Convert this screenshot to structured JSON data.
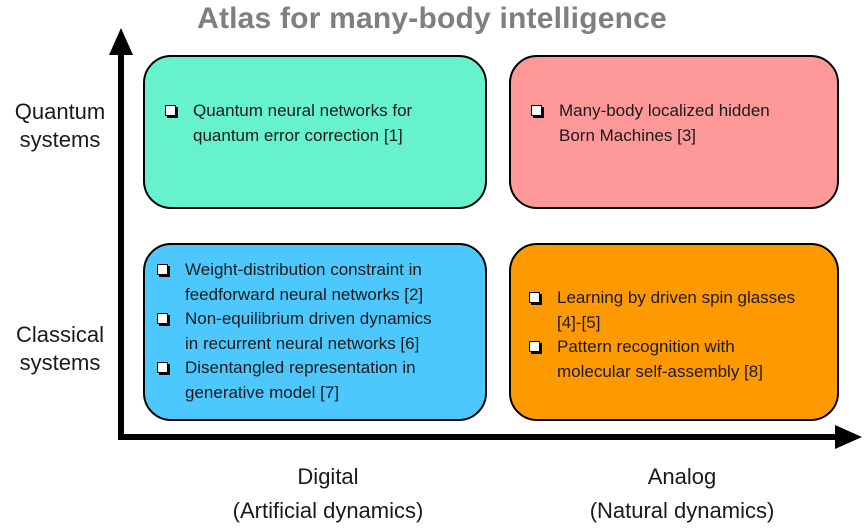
{
  "title": "Atlas for many-body intelligence",
  "y_labels": {
    "top": [
      "Quantum",
      "systems"
    ],
    "bottom": [
      "Classical",
      "systems"
    ]
  },
  "x_labels": {
    "left": [
      "Digital",
      "(Artificial dynamics)"
    ],
    "right": [
      "Analog",
      "(Natural dynamics)"
    ]
  },
  "quadrants": {
    "quantum_digital": {
      "color": "#66f2cc",
      "items": [
        [
          "Quantum neural networks for",
          "quantum error correction [1]"
        ]
      ]
    },
    "quantum_analog": {
      "color": "#ff9999",
      "items": [
        [
          "Many-body localized hidden",
          "Born Machines [3]"
        ]
      ]
    },
    "classical_digital": {
      "color": "#4dc8ff",
      "items": [
        [
          "Weight-distribution constraint in",
          "feedforward neural networks [2]"
        ],
        [
          "Non-equilibrium driven dynamics",
          "in recurrent neural networks [6]"
        ],
        [
          "Disentangled representation in",
          "generative model [7]"
        ]
      ]
    },
    "classical_analog": {
      "color": "#ff9900",
      "items": [
        [
          "Learning by driven spin glasses",
          "[4]-[5]"
        ],
        [
          "Pattern recognition with",
          "molecular self-assembly [8]"
        ]
      ]
    }
  },
  "icons": {
    "bullet": "square-checkbox-bullet-icon",
    "axis_arrows": "arrow-icon"
  }
}
